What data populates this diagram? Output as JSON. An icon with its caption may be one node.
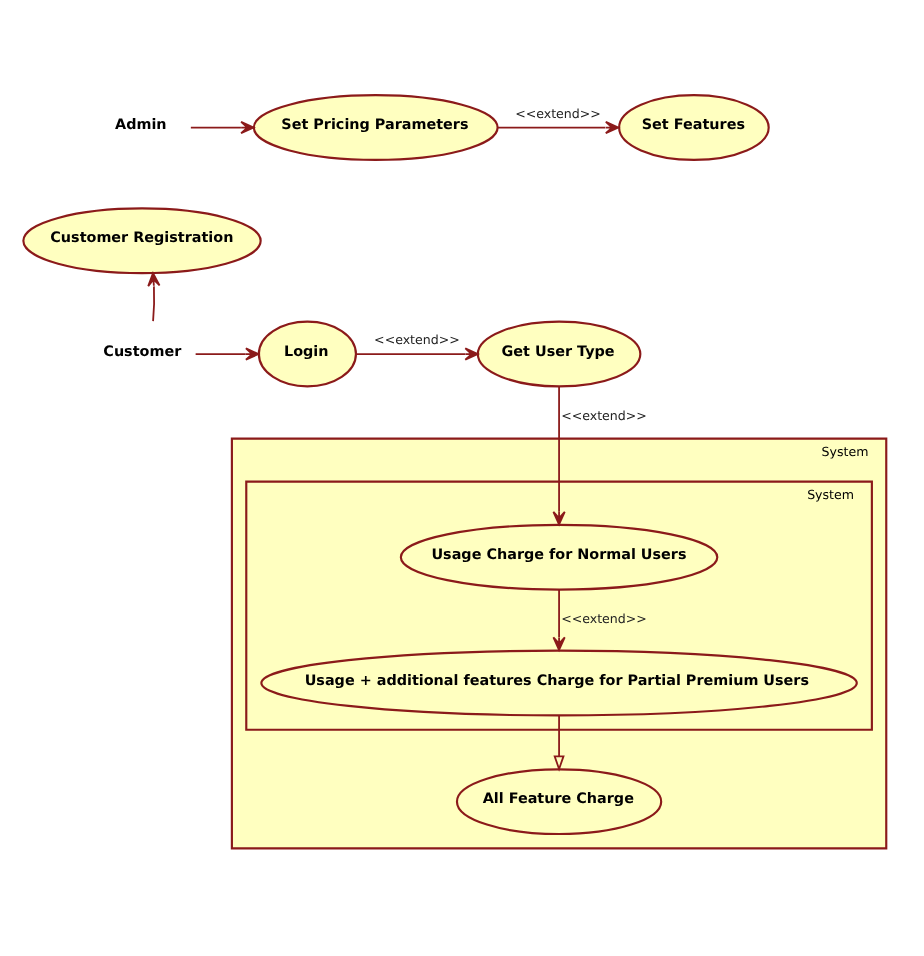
{
  "diagram": {
    "nodes": [
      {
        "text": [
          "Admin"
        ]
      },
      {
        "text": [
          "Set Pricing Parameters"
        ]
      },
      {
        "text": [
          "Set Features"
        ]
      },
      {
        "text": [
          "Customer Registration"
        ]
      },
      {
        "text": [
          "Customer"
        ]
      },
      {
        "text": [
          "Login"
        ]
      },
      {
        "text": [
          "Get User Type"
        ]
      },
      {
        "text": [
          "System"
        ]
      },
      {
        "text": [
          "System"
        ],
        "in": 7
      },
      {
        "text": [
          "Usage Charge for Normal Users"
        ],
        "in": 8
      },
      {
        "text": [
          "Usage + additional features Charge for Partial Premium Users"
        ],
        "in": 8
      },
      {
        "text": [
          "All Feature Charge"
        ],
        "in": 7
      }
    ],
    "edges": [
      {
        "from": 0,
        "to": 1,
        "arrow": "to"
      },
      {
        "from": 1,
        "to": 2,
        "arrow": "to",
        "label": "<<extend>>"
      },
      {
        "from": 4,
        "to": 3,
        "arrow": "to"
      },
      {
        "from": 4,
        "to": 5,
        "arrow": "to"
      },
      {
        "from": 5,
        "to": 6,
        "arrow": "to",
        "label": "<<extend>>"
      },
      {
        "from": 6,
        "to": 9,
        "arrow": "to",
        "label": "<<extend>>"
      },
      {
        "from": 9,
        "to": 10,
        "arrow": "to",
        "label": "<<extend>>"
      },
      {
        "from": 10,
        "to": 11,
        "arrow": "to"
      }
    ]
  }
}
